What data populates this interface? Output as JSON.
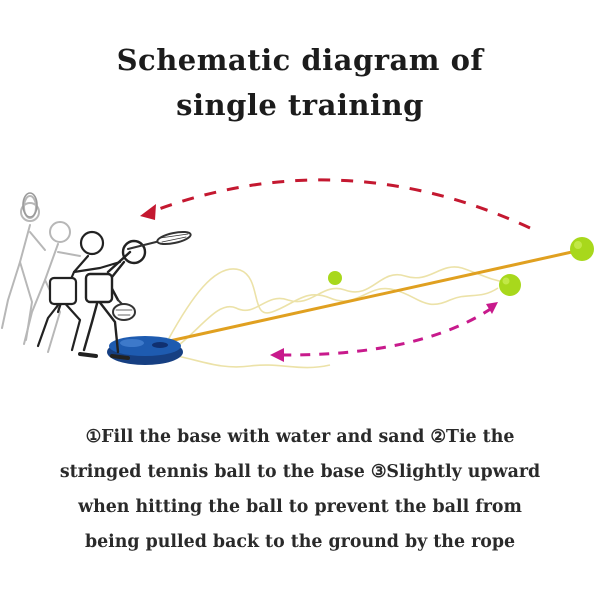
{
  "title": {
    "line1": "Schematic diagram of",
    "line2": "single training"
  },
  "caption": {
    "line1": "①Fill the base with water and sand ②Tie the",
    "line2": "stringed tennis ball to the base ③Slightly upward",
    "line3": "when hitting the ball to prevent the ball from",
    "line4": "being pulled back to the ground by the rope"
  },
  "colors": {
    "arrow": "#c41830",
    "arrow_lower": "#c81a8c",
    "rope": "#e0a020",
    "ball": "#a8d81c",
    "base": "#1e5bb0",
    "player_outline": "#222222"
  },
  "icons": {
    "player": "tennis-player-swing-sequence",
    "base": "trainer-base",
    "ball": "tennis-ball"
  }
}
